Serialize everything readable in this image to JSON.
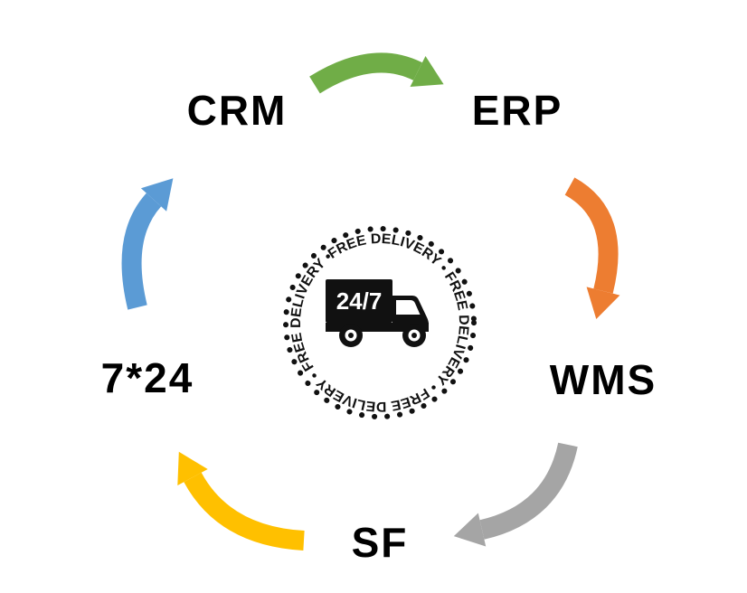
{
  "diagram": {
    "title": "service-cycle-diagram",
    "background_color": "#ffffff",
    "nodes": [
      {
        "id": "crm",
        "label": "CRM"
      },
      {
        "id": "erp",
        "label": "ERP"
      },
      {
        "id": "wms",
        "label": "WMS"
      },
      {
        "id": "sf",
        "label": "SF"
      },
      {
        "id": "support",
        "label": "7*24"
      }
    ],
    "arrows": [
      {
        "from": "CRM",
        "to": "ERP",
        "color": "#70AD47"
      },
      {
        "from": "ERP",
        "to": "WMS",
        "color": "#ED7D31"
      },
      {
        "from": "WMS",
        "to": "SF",
        "color": "#A5A5A5"
      },
      {
        "from": "SF",
        "to": "7*24",
        "color": "#FFC000"
      },
      {
        "from": "7*24",
        "to": "CRM",
        "color": "#5B9BD5"
      }
    ],
    "badge": {
      "ring_text": "FREE DELIVERY • FREE DELIVERY • FREE DELIVERY • FREE DELIVERY • ",
      "truck_label": "24/7",
      "color": "#111111"
    }
  }
}
